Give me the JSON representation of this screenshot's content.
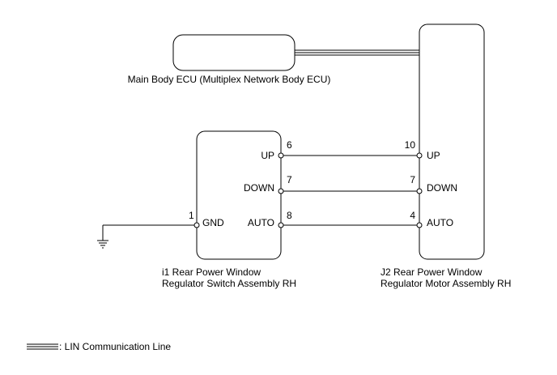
{
  "ecu_label": "Main Body ECU (Multiplex Network Body ECU)",
  "switch": {
    "name_line1": "i1 Rear Power Window",
    "name_line2": "Regulator Switch Assembly RH",
    "pins": {
      "gnd": {
        "num": "1",
        "label": "GND"
      },
      "up": {
        "num": "6",
        "label": "UP"
      },
      "down": {
        "num": "7",
        "label": "DOWN"
      },
      "auto": {
        "num": "8",
        "label": "AUTO"
      }
    }
  },
  "motor": {
    "name_line1": "J2 Rear Power Window",
    "name_line2": "Regulator Motor Assembly RH",
    "pins": {
      "up": {
        "num": "10",
        "label": "UP"
      },
      "down": {
        "num": "7",
        "label": "DOWN"
      },
      "auto": {
        "num": "4",
        "label": "AUTO"
      }
    }
  },
  "legend": {
    "label": ": LIN Communication Line"
  }
}
